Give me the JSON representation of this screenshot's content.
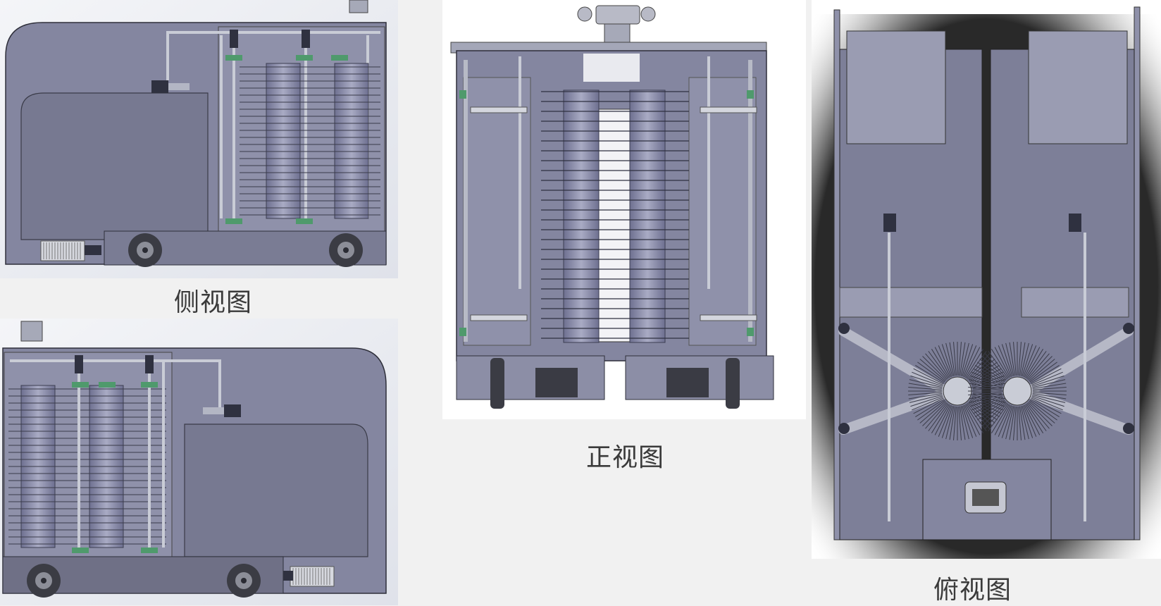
{
  "views": [
    {
      "id": "side-view",
      "caption": "侧视图"
    },
    {
      "id": "rear-side-view",
      "caption": ""
    },
    {
      "id": "front-view",
      "caption": "正视图"
    },
    {
      "id": "top-view",
      "caption": "俯视图"
    }
  ],
  "colors": {
    "page_background": "#f1f1f1",
    "panel_background": "#ffffff",
    "body_metal": "#7d7f98",
    "body_metal_light": "#9a9cb2",
    "body_metal_dark": "#5f6178",
    "edge_line": "#2e2f3a",
    "rod": "#c9ccd6",
    "green_clamp": "#4f9a6c",
    "wheel_dark": "#3b3c44",
    "top_view_shadow": "#222222"
  },
  "icons": [
    "camera-icon",
    "wheel-icon",
    "brush-icon",
    "motor-icon",
    "pump-icon",
    "radiator-icon"
  ]
}
